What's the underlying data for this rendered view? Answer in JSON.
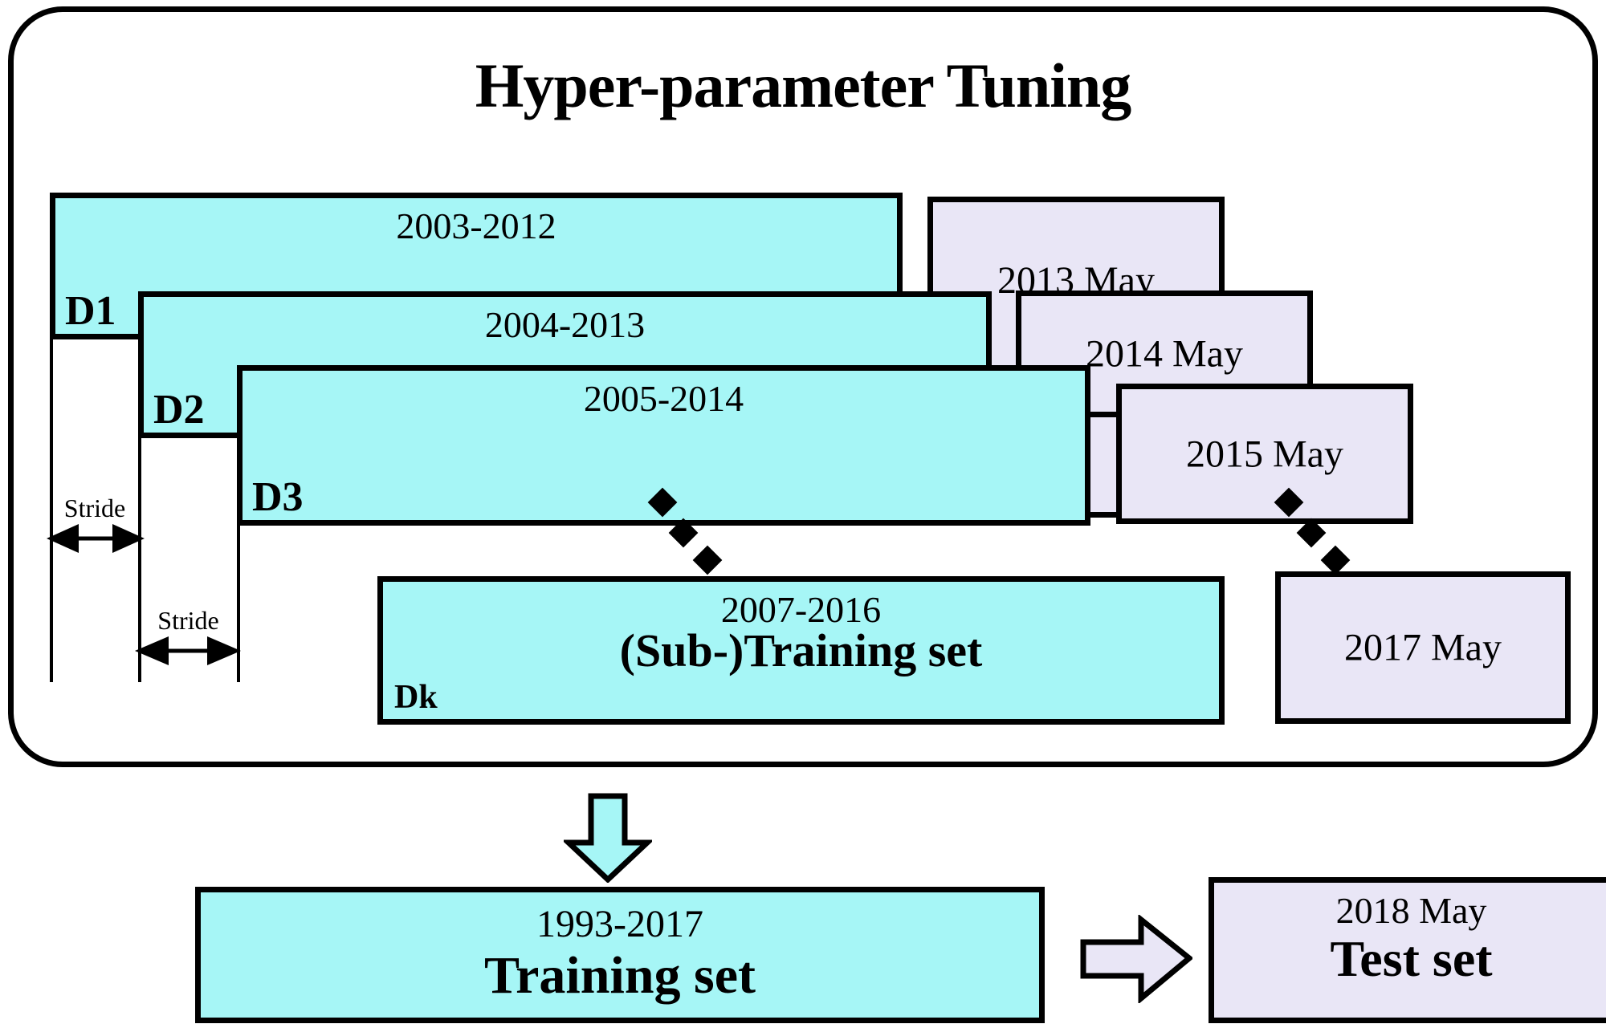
{
  "panel": {
    "title": "Hyper-parameter Tuning"
  },
  "colors": {
    "training_fill": "#a6f6f6",
    "validation_fill": "#e9e6f6",
    "stroke": "#000000",
    "background": "#ffffff"
  },
  "folds": [
    {
      "tag": "D1",
      "range": "2003-2012",
      "validation": "2013 May"
    },
    {
      "tag": "D2",
      "range": "2004-2013",
      "validation": "2014 May"
    },
    {
      "tag": "D3",
      "range": "2005-2014",
      "validation": "2015 May"
    },
    {
      "tag": "Dk",
      "range": "2007-2016",
      "subtitle": "(Sub-)Training set",
      "validation": "2017 May"
    }
  ],
  "stride": {
    "label_1": "Stride",
    "label_2": "Stride"
  },
  "ellipsis": {
    "glyph": "diamond",
    "count": 3
  },
  "final": {
    "training": {
      "range": "1993-2017",
      "label": "Training set"
    },
    "test": {
      "range": "2018 May",
      "label": "Test set"
    }
  },
  "arrows": {
    "down": "down-arrow",
    "right": "right-arrow"
  }
}
